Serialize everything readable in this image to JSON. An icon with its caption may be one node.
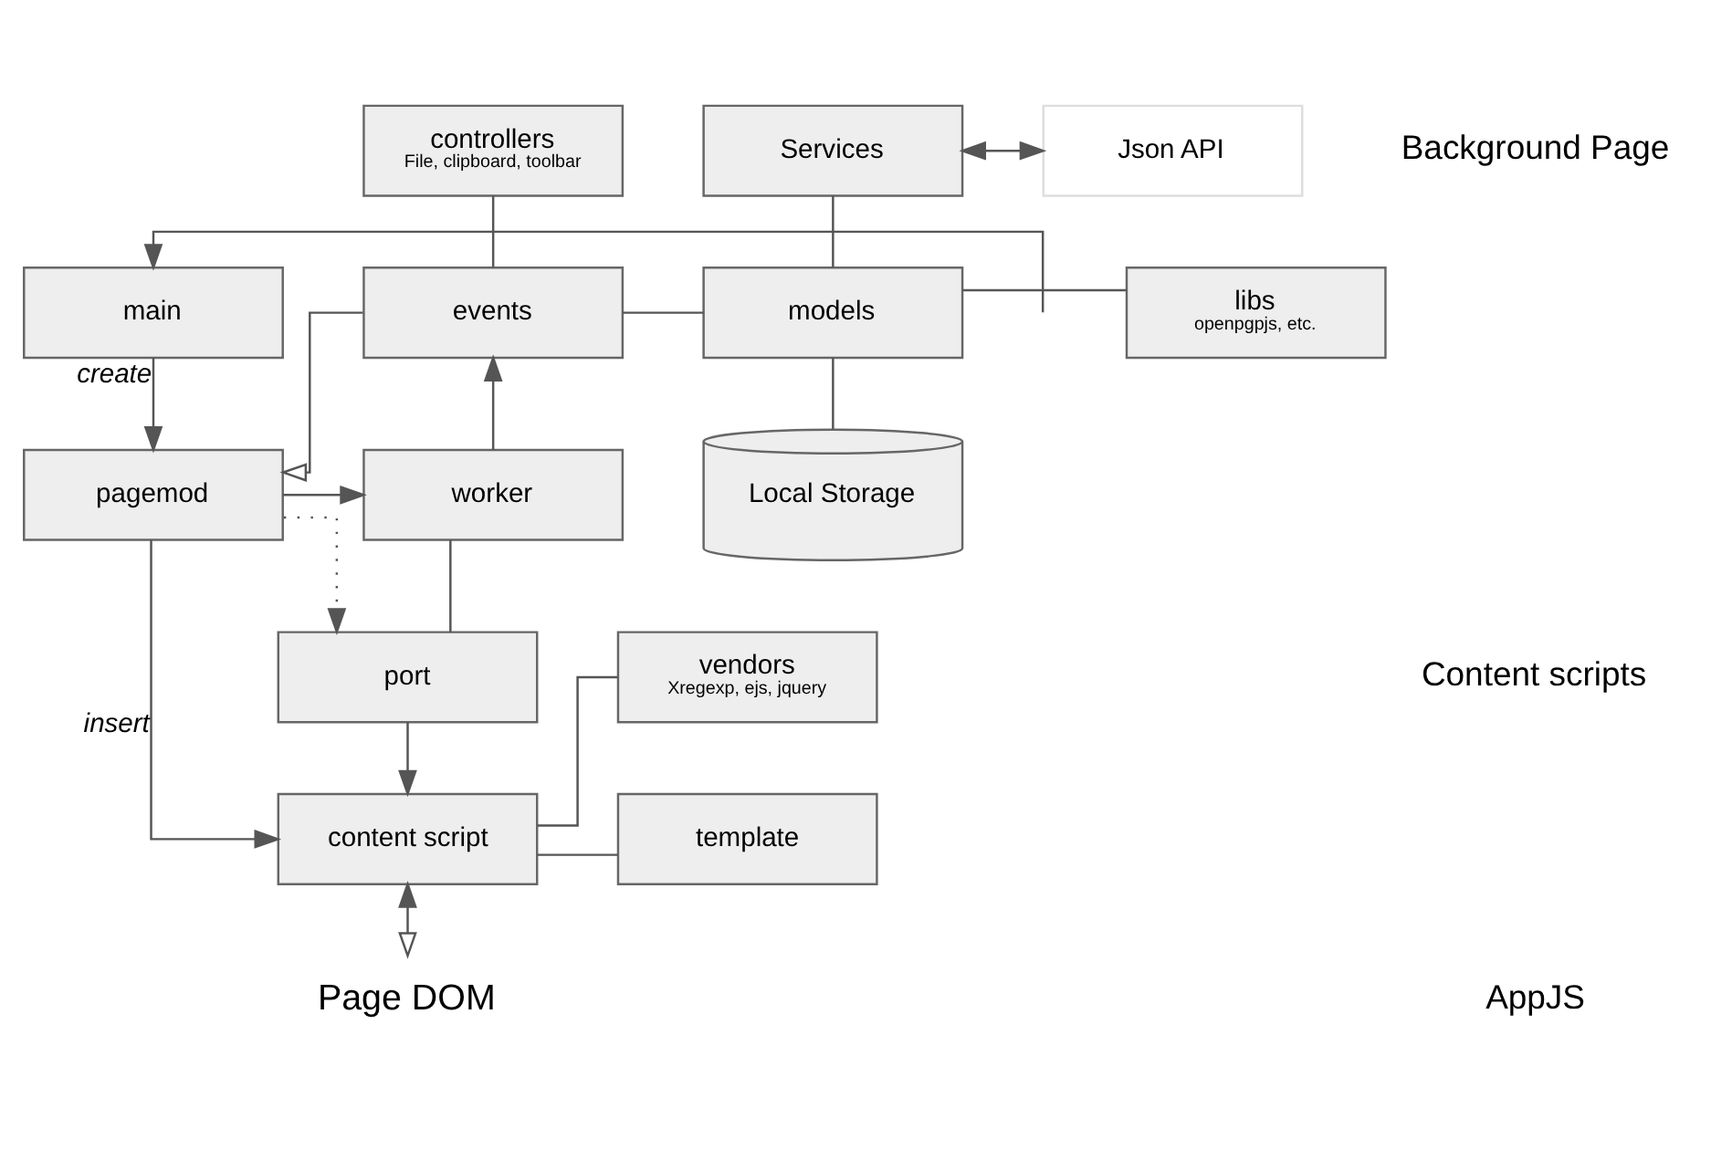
{
  "diagram": {
    "nodes": [
      {
        "text": [
          "controllers",
          "File, clipboard, toolbar"
        ]
      },
      {
        "text": [
          "Services"
        ]
      },
      {
        "text": [
          "Json API"
        ]
      },
      {
        "text": [
          "main"
        ]
      },
      {
        "text": [
          "events"
        ]
      },
      {
        "text": [
          "models"
        ]
      },
      {
        "text": [
          "libs",
          "openpgpjs, etc."
        ]
      },
      {
        "text": [
          "pagemod"
        ]
      },
      {
        "text": [
          "worker"
        ]
      },
      {
        "text": [
          "Local Storage"
        ]
      },
      {
        "text": [
          "port"
        ]
      },
      {
        "text": [
          "vendors",
          "Xregexp, ejs, jquery"
        ]
      },
      {
        "text": [
          "content script"
        ]
      },
      {
        "text": [
          "template"
        ]
      },
      {
        "text": [
          "Page DOM"
        ]
      }
    ],
    "edges": [
      {
        "from": null,
        "to": 3,
        "arrow": "to"
      },
      {
        "from": 3,
        "to": 7,
        "arrow": "to",
        "label": "create"
      },
      {
        "from": 0,
        "to": 4,
        "arrow": "none"
      },
      {
        "from": 1,
        "to": 5,
        "arrow": "none"
      },
      {
        "from": 1,
        "to": 2,
        "arrow": "both"
      },
      {
        "from": 4,
        "to": 5,
        "arrow": "none"
      },
      {
        "from": 5,
        "to": 6,
        "arrow": "none"
      },
      {
        "from": 5,
        "to": 9,
        "arrow": "none"
      },
      {
        "from": 4,
        "to": 7,
        "arrow": "to"
      },
      {
        "from": 7,
        "to": 8,
        "arrow": "to"
      },
      {
        "from": 8,
        "to": 4,
        "arrow": "to"
      },
      {
        "from": 8,
        "to": 10,
        "arrow": "none"
      },
      {
        "from": 7,
        "to": 10,
        "arrow": "to",
        "style": "dashed"
      },
      {
        "from": 7,
        "to": 12,
        "arrow": "to",
        "label": "insert"
      },
      {
        "from": 10,
        "to": 12,
        "arrow": "to"
      },
      {
        "from": 12,
        "to": 11,
        "arrow": "none"
      },
      {
        "from": 12,
        "to": 13,
        "arrow": "none"
      },
      {
        "from": 12,
        "to": 14,
        "arrow": "both"
      }
    ],
    "labels": [
      "Background Page",
      "Content scripts",
      "AppJS"
    ]
  }
}
